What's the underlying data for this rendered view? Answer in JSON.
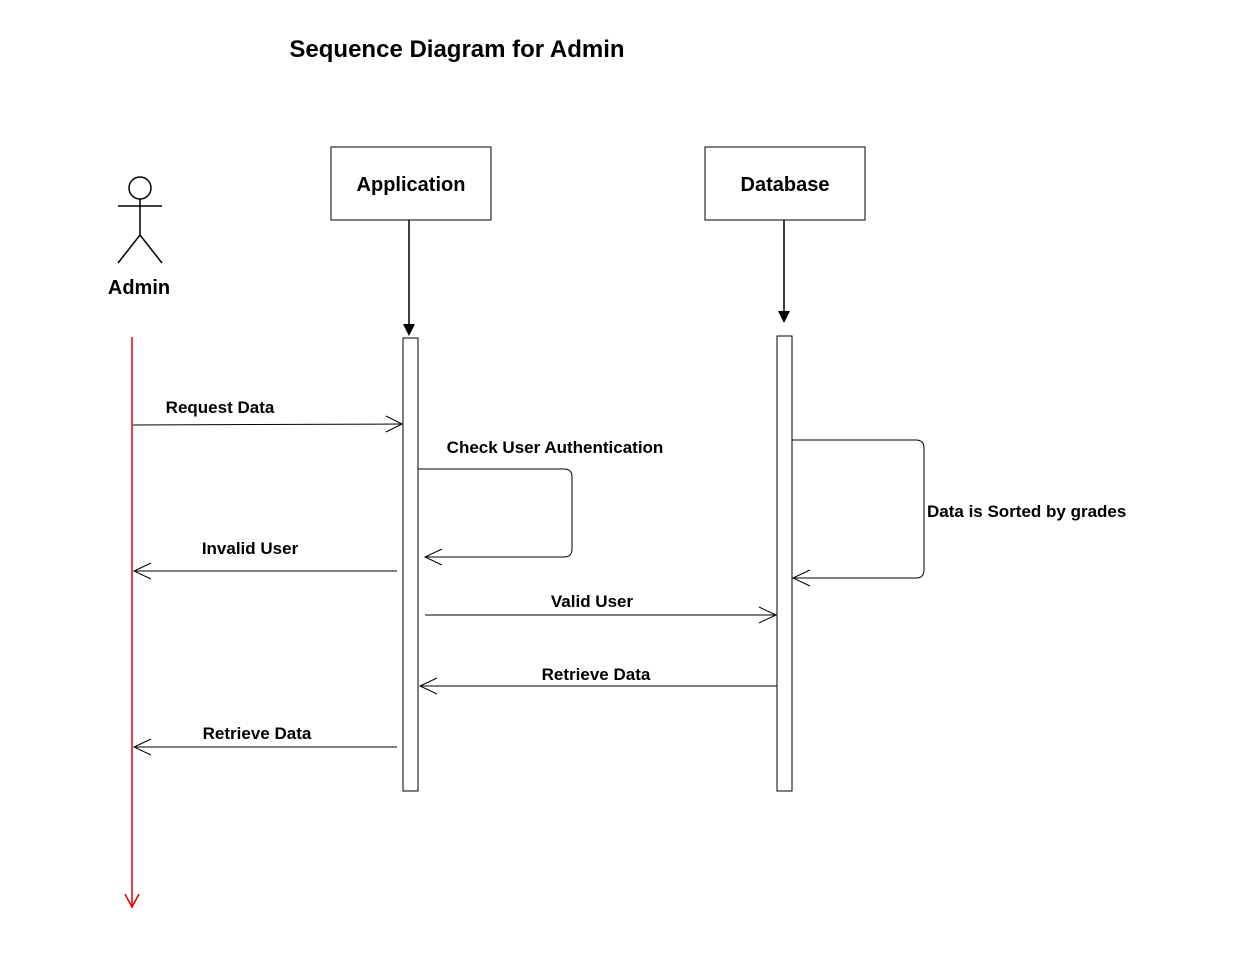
{
  "title": "Sequence Diagram for Admin",
  "actor": {
    "label": "Admin"
  },
  "participants": [
    {
      "id": "application",
      "label": "Application"
    },
    {
      "id": "database",
      "label": "Database"
    }
  ],
  "messages": {
    "request_data": "Request Data",
    "check_auth": "Check User Authentication",
    "invalid_user": "Invalid User",
    "valid_user": "Valid User",
    "retrieve_data_db": "Retrieve Data",
    "retrieve_data_admin": "Retrieve Data",
    "data_sorted": "Data is Sorted by grades"
  },
  "colors": {
    "line": "#000000",
    "admin_lifeline": "#e00000"
  }
}
